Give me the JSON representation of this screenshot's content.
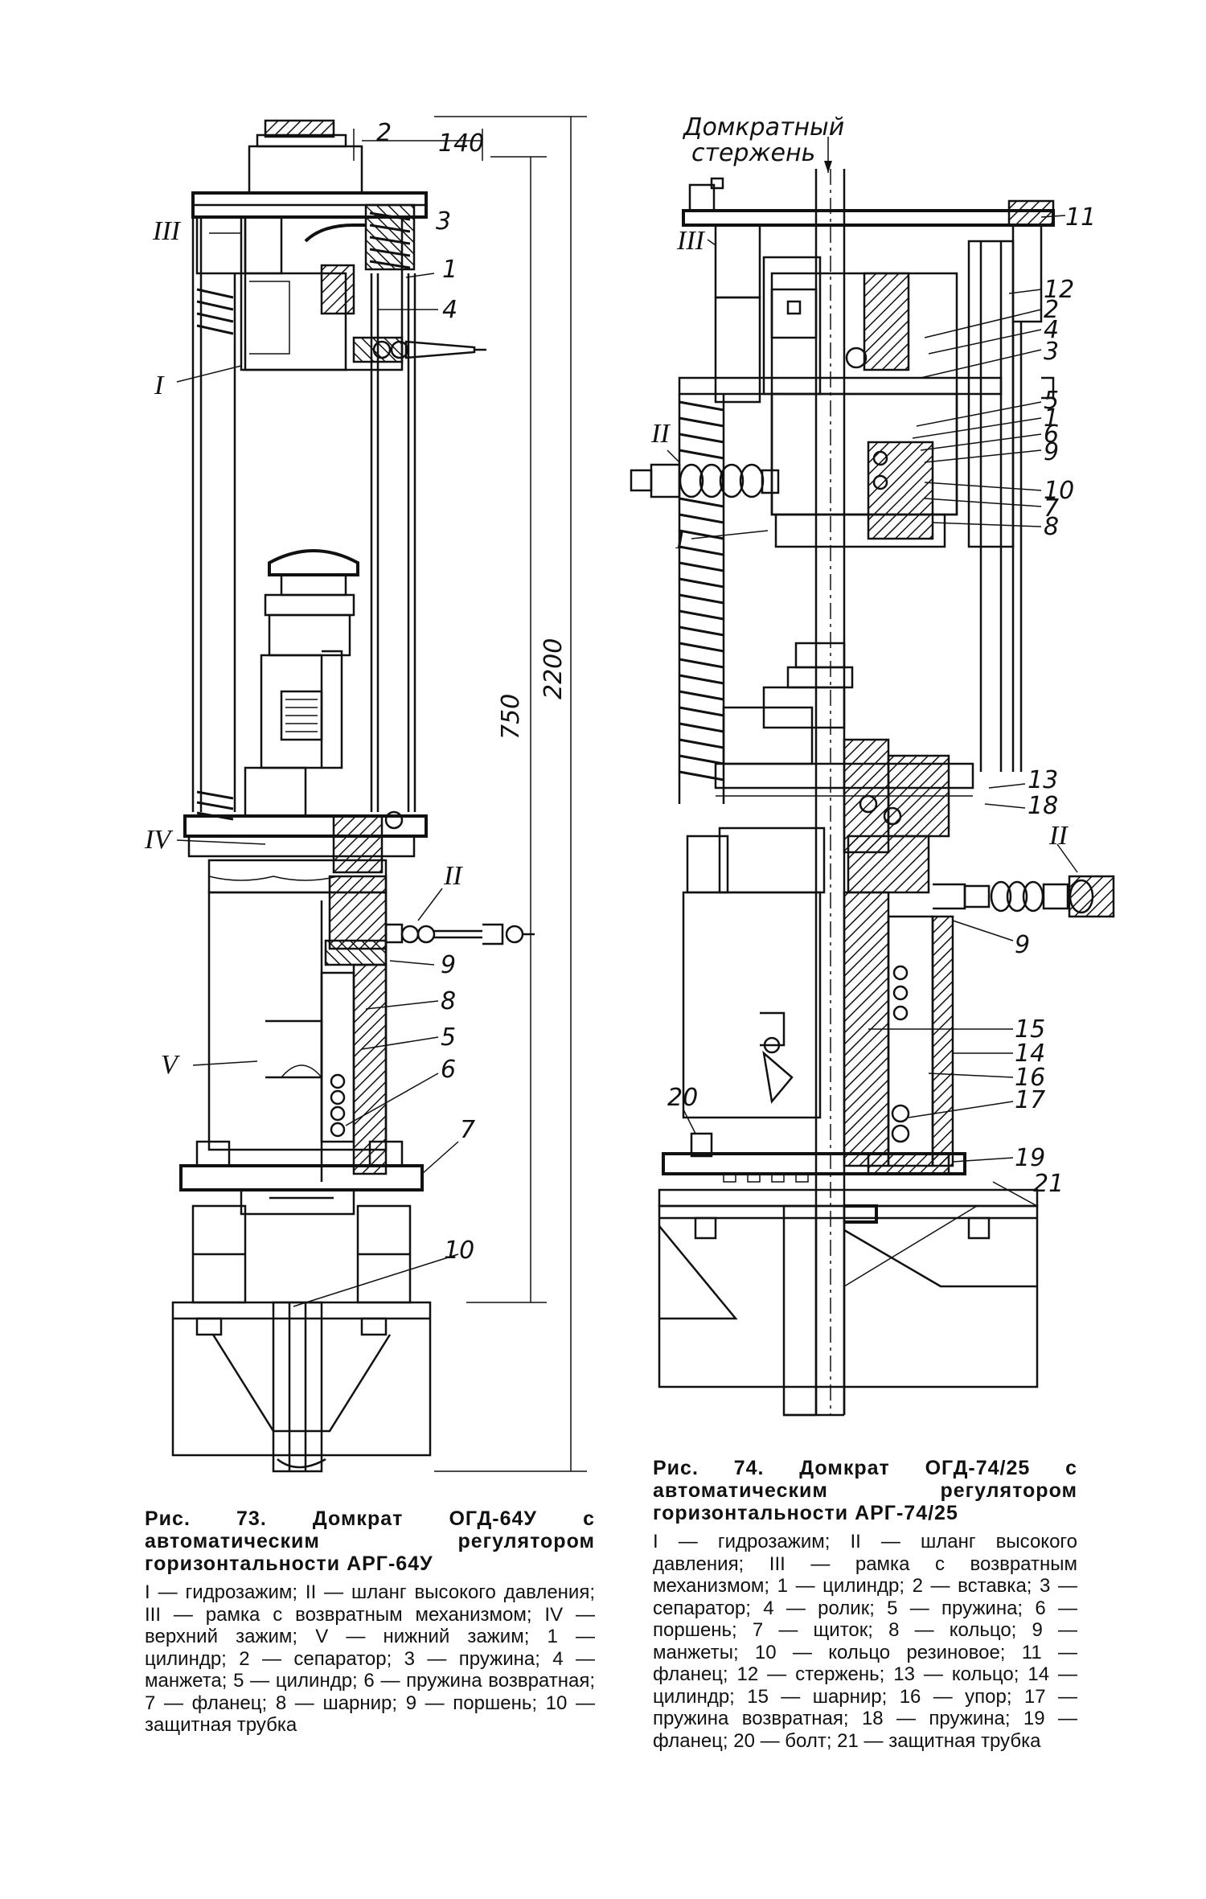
{
  "figure73": {
    "labels": {
      "p2": "2",
      "dim140": "140",
      "p3": "3",
      "p1": "1",
      "p4": "4",
      "pIII": "III",
      "pI": "I",
      "dim750": "750",
      "dim2200": "2200",
      "pIV": "IV",
      "pII": "II",
      "p9": "9",
      "p8": "8",
      "p5": "5",
      "pV": "V",
      "p6": "6",
      "p7": "7",
      "p10": "10"
    },
    "caption_title": "Рис. 73. Домкрат ОГД-64У с автоматическим регулятором горизонтальности АРГ-64У",
    "caption_body": "I — гидрозажим; II — шланг высокого давления; III — рамка с возвратным механизмом; IV — верхний зажим; V — нижний зажим; 1 — цилиндр; 2 — сепаратор; 3 — пружина; 4 — манжета; 5 — цилиндр; 6 — пружина возвратная; 7 — фланец; 8 — шарнир; 9 — поршень; 10 — защитная трубка"
  },
  "figure74": {
    "labels": {
      "rod_line1": "Домкратный",
      "rod_line2": "стержень",
      "p11": "11",
      "pIII": "III",
      "p12": "12",
      "p2": "2",
      "p4": "4",
      "p3": "3",
      "pII_left": "II",
      "p5": "5",
      "p1": "1",
      "p6": "6",
      "p9a": "9",
      "pI": "I",
      "p10": "10",
      "p7": "7",
      "p8": "8",
      "p13": "13",
      "p18": "18",
      "pII_right": "II",
      "p9b": "9",
      "p15": "15",
      "p14": "14",
      "p16": "16",
      "p17": "17",
      "p20": "20",
      "p19": "19",
      "p21": "21"
    },
    "caption_title": "Рис. 74. Домкрат ОГД-74/25 с автоматическим регулятором горизонтальности АРГ-74/25",
    "caption_body": "I — гидрозажим; II — шланг высокого давления; III — рамка с возвратным механизмом; 1 — цилиндр; 2 — вставка; 3 — сепаратор; 4 — ролик; 5 — пружина; 6 — поршень; 7 — щиток; 8 — кольцо; 9 — манжеты; 10 — кольцо резиновое; 11 — фланец; 12 — стержень; 13 — кольцо; 14 — цилиндр; 15 — шарнир; 16 — упор; 17 — пружина возвратная; 18 — пружина; 19 — фланец; 20 — болт; 21 — защитная трубка"
  }
}
